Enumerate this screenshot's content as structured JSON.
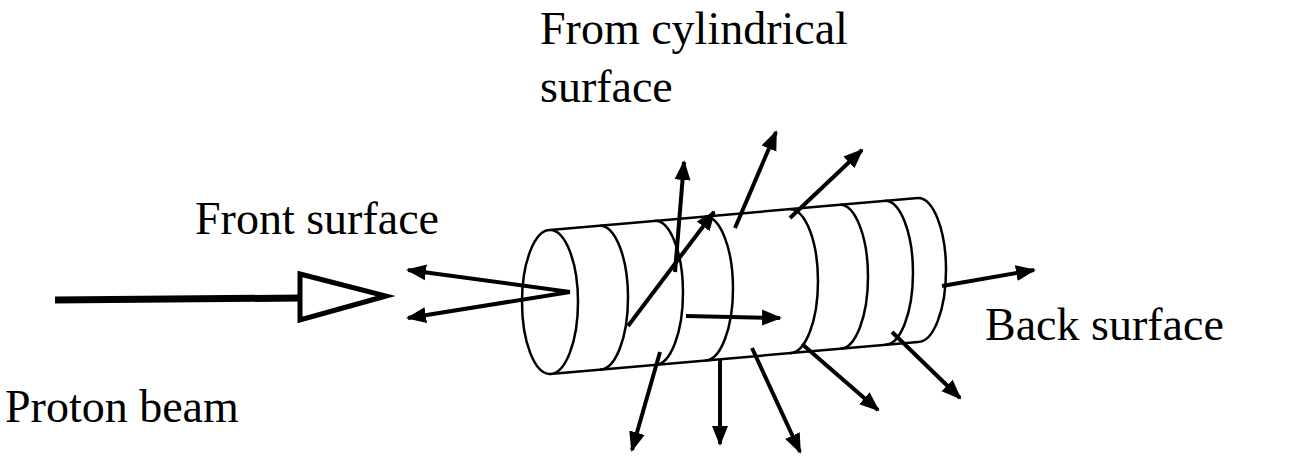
{
  "diagram": {
    "labels": [
      "From cylindrical surface",
      "Front surface",
      "Proton beam",
      "Back surface"
    ]
  }
}
